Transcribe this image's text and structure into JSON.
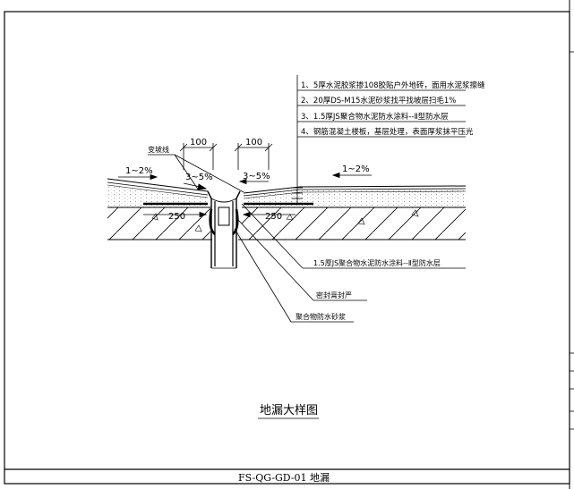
{
  "notes": [
    "1、5厚水泥胶浆掺108胶贴户外地砖，面用水泥浆擦缝",
    "2、20厚DS-M15水泥砂浆找平找坡层扫毛1%",
    "3、1.5厚JS聚合物水泥防水涂料--Ⅱ型防水层",
    "4、钢筋混凝土楼板，基层处理，表面厚浆抹平压光"
  ],
  "labels": {
    "slope_change_line": "变坡线",
    "dim_100_left": "100",
    "dim_100_right": "100",
    "slope_left_outer": "1~2%",
    "slope_left_inner": "3~5%",
    "slope_right_inner": "3~5%",
    "slope_right_outer": "1~2%",
    "dim_250_left": "250",
    "dim_250_right": "250",
    "callout_waterproof": "1.5厚JS聚合物水泥防水涂料--Ⅱ型防水层",
    "callout_sealant": "密封膏封严",
    "callout_mortar": "聚合物防水砂浆"
  },
  "title": "地漏大样图",
  "footer": "FS-QG-GD-01    地漏"
}
